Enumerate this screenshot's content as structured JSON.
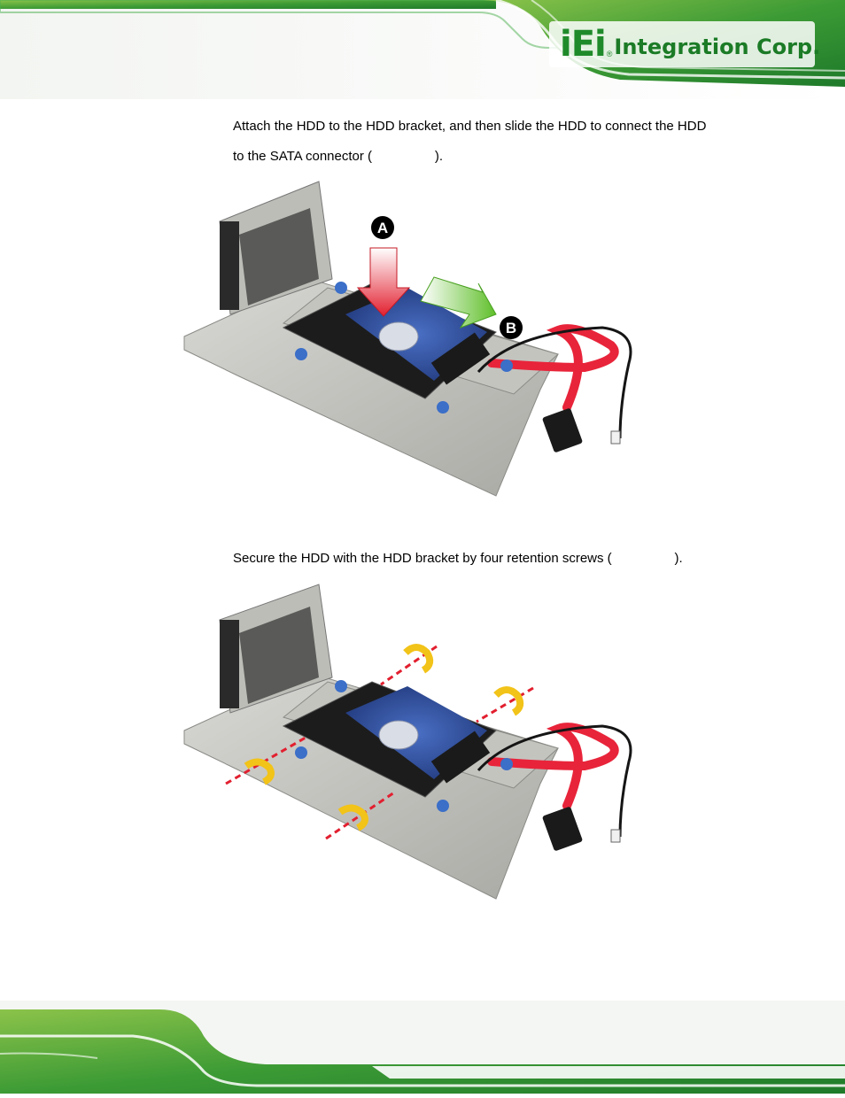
{
  "header": {
    "logo_mark": "iEi",
    "logo_registered": "®",
    "logo_text": "Integration Corp."
  },
  "instructions": {
    "step1_line1": "Attach the HDD to the HDD bracket, and then slide the HDD to connect the HDD",
    "step1_line2": "to the SATA connector (                 ).",
    "step2": "Secure the HDD with the HDD bracket by four retention screws (                 )."
  },
  "figure1": {
    "label_a": "A",
    "label_b": "B"
  },
  "colors": {
    "brand_green": "#1f8a2a",
    "cable_red": "#e8243a",
    "disk_blue": "#2e4f9c"
  }
}
